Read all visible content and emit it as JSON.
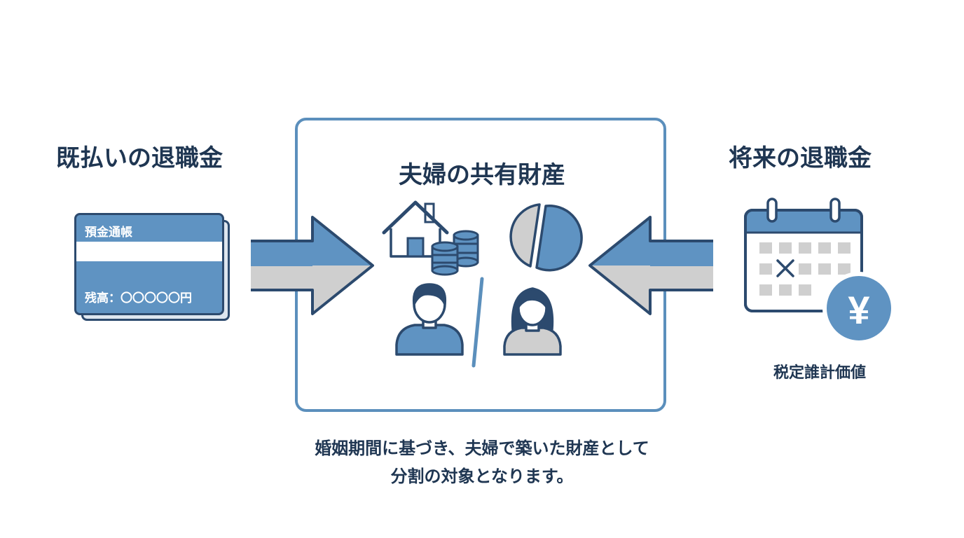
{
  "left_section": {
    "title": "既払いの退職金",
    "passbook": {
      "label": "預金通帳",
      "balance": "残高：〇〇〇〇〇円"
    }
  },
  "center_section": {
    "title": "夫婦の共有財産"
  },
  "right_section": {
    "title": "将来の退職金",
    "amount_label": "税定誰計価値",
    "currency_symbol": "¥"
  },
  "caption": {
    "line1": "婚姻期間に基づき、夫婦で築いた財産として",
    "line2": "分割の対象となります。"
  },
  "colors": {
    "navy": "#2c4a6e",
    "blue": "#5f93c2",
    "light_blue": "#5b8fbc",
    "gray": "#cfcfcf"
  }
}
